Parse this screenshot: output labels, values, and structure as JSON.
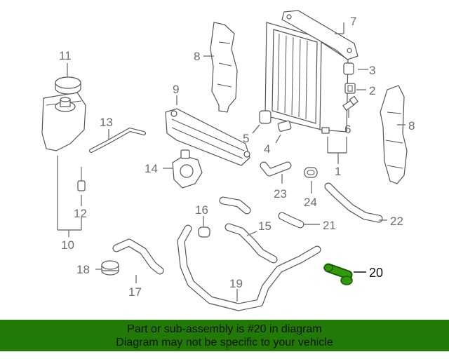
{
  "callouts": {
    "c1": "1",
    "c2": "2",
    "c3": "3",
    "c4": "4",
    "c5": "5",
    "c6": "6",
    "c7": "7",
    "c8a": "8",
    "c8b": "8",
    "c9": "9",
    "c10": "10",
    "c11": "11",
    "c12": "12",
    "c13": "13",
    "c14": "14",
    "c15": "15",
    "c16": "16",
    "c17": "17",
    "c18": "18",
    "c19": "19",
    "c20": "20",
    "c21": "21",
    "c22": "22",
    "c23": "23",
    "c24": "24"
  },
  "highlight_color": "#227a06",
  "banner": {
    "line1": "Part or sub-assembly is #20 in diagram",
    "line2": "Diagram may not be specific to your vehicle"
  }
}
